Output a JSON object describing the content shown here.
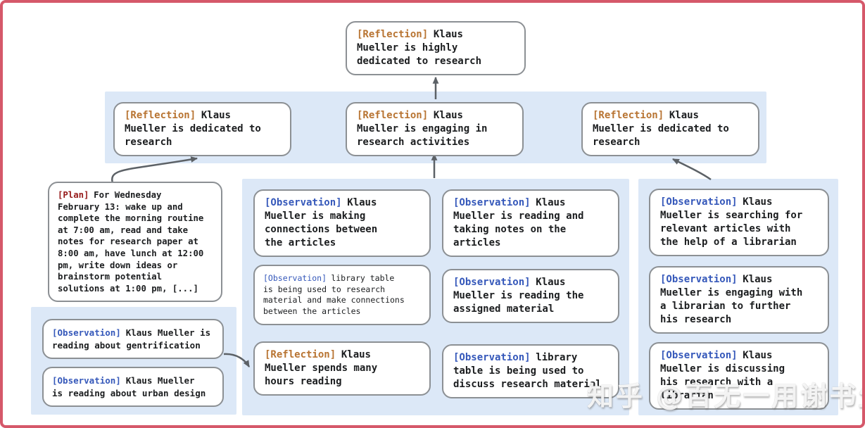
{
  "colors": {
    "frame_red": "#d5586a",
    "panel_blue": "#dce8f7",
    "box_border_gray": "#8c9094",
    "reflection_tag_orange": "#b87432",
    "plan_tag_red": "#961a1a",
    "observation_tag_blue": "#3558ba",
    "arrow_gray": "#5c6166",
    "text_black": "#1b1d1f"
  },
  "nodes": {
    "top": {
      "tag": "[Reflection]",
      "text": "Klaus\nMueller is highly\ndedicated to research"
    },
    "refl_left": {
      "tag": "[Reflection]",
      "text": "Klaus\nMueller is dedicated to\nresearch"
    },
    "refl_mid": {
      "tag": "[Reflection]",
      "text": "Klaus\nMueller is engaging in\nresearch activities"
    },
    "refl_right": {
      "tag": "[Reflection]",
      "text": "Klaus\nMueller is dedicated to\nresearch"
    },
    "plan": {
      "tag": "[Plan]",
      "text": "For Wednesday\nFebruary 13: wake up and\ncomplete the morning routine\nat 7:00 am, read and take\nnotes for research paper at\n8:00 am, have lunch at 12:00\npm, write down ideas or\nbrainstorm potential\nsolutions at 1:00 pm, [...]"
    },
    "obs_gentrification": {
      "tag": "[Observation]",
      "text": "Klaus Mueller is\nreading about gentrification"
    },
    "obs_urban_design": {
      "tag": "[Observation]",
      "text": "Klaus Mueller\nis reading about urban design"
    },
    "obs_connections": {
      "tag": "[Observation]",
      "text": "Klaus\nMueller is making\nconnections between\nthe articles"
    },
    "obs_library_research": {
      "tag": "[Observation]",
      "text": "library table\nis being used to research\nmaterial and make connections\nbetween the articles"
    },
    "refl_hours": {
      "tag": "[Reflection]",
      "text": "Klaus\nMueller spends many\nhours reading"
    },
    "obs_reading_notes": {
      "tag": "[Observation]",
      "text": "Klaus\nMueller is reading and\ntaking notes on the\narticles"
    },
    "obs_assigned": {
      "tag": "[Observation]",
      "text": "Klaus\nMueller is reading the\nassigned material"
    },
    "obs_library_discuss": {
      "tag": "[Observation]",
      "text": "library\ntable is being used to\ndiscuss research material"
    },
    "obs_searching": {
      "tag": "[Observation]",
      "text": "Klaus\nMueller is searching for\nrelevant articles with\nthe help of a librarian"
    },
    "obs_engaging": {
      "tag": "[Observation]",
      "text": "Klaus\nMueller is engaging with\na librarian to further\nhis research"
    },
    "obs_discussing": {
      "tag": "[Observation]",
      "text": "Klaus\nMueller is discussing\nhis research with a\nlibrarian"
    }
  },
  "watermark": {
    "text": "知乎 @百无一用谢书生"
  }
}
